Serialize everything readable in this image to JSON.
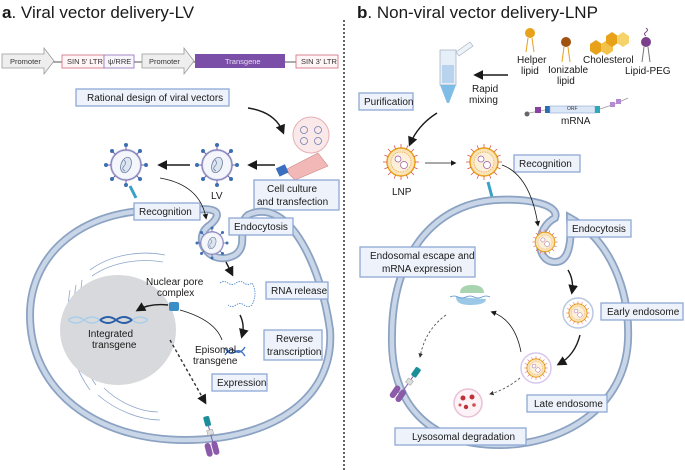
{
  "panel_a": {
    "letter": "a",
    "title": ". Viral vector delivery-LV",
    "construct": {
      "promoter1": "Promoter",
      "sin5": "SIN 5' LTR",
      "psi_rre": "ψ/RRE",
      "promoter2": "Promoter",
      "transgene": "Transgene",
      "sin3": "SIN 3' LTR"
    },
    "labels": {
      "rational_design": "Rational design of viral vectors",
      "cell_culture_1": "Cell culture",
      "cell_culture_2": "and transfection",
      "lv": "LV",
      "recognition": "Recognition",
      "endocytosis": "Endocytosis",
      "rna_release": "RNA release",
      "nuclear_pore_1": "Nuclear pore",
      "nuclear_pore_2": "complex",
      "reverse_1": "Reverse",
      "reverse_2": "transcription",
      "integrated_1": "Integrated",
      "integrated_2": "transgene",
      "episomal_1": "Episomal",
      "episomal_2": "transgene",
      "expression": "Expression"
    }
  },
  "panel_b": {
    "letter": "b",
    "title": ". Non-viral vector delivery-LNP",
    "components": {
      "helper_1": "Helper",
      "helper_2": "lipid",
      "ionizable_1": "Ionizable",
      "ionizable_2": "lipid",
      "cholesterol": "Cholesterol",
      "lipid_peg": "Lipid-PEG",
      "mrna": "mRNA",
      "orf": "ORF"
    },
    "labels": {
      "rapid_1": "Rapid",
      "rapid_2": "mixing",
      "purification": "Purification",
      "lnp": "LNP",
      "recognition": "Recognition",
      "endocytosis": "Endocytosis",
      "escape_1": "Endosomal escape and",
      "escape_2": "mRNA expression",
      "early_endosome": "Early endosome",
      "late_endosome": "Late endosome",
      "lysosomal": "Lysosomal degradation"
    }
  },
  "colors": {
    "membrane": "#8ba2c2",
    "box_fill": "#eef3fb",
    "box_stroke": "#8fa9d6",
    "transgene": "#7b4fa8",
    "ltr_stroke": "#d8798c",
    "lipid_orange": "#e8a21a",
    "ionizable_brown": "#a0520e",
    "peg_purple": "#7b3f8c"
  }
}
